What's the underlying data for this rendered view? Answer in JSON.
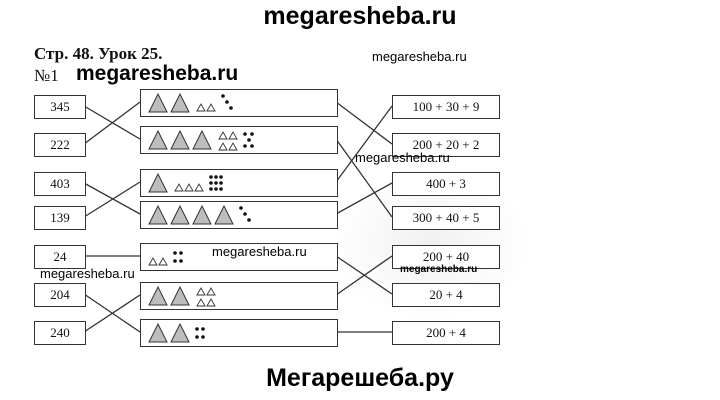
{
  "site": {
    "title": "megaresheba.ru",
    "footer": "Мегарешеба.ру"
  },
  "watermarks": {
    "top_right": "megaresheba.ru",
    "heading": "megaresheba.ru",
    "middle_right": "megaresheba.ru",
    "center": "megaresheba.ru",
    "left": "megaresheba.ru",
    "right_small": "megaresheba.ru"
  },
  "header": {
    "page_lesson": "Стр. 48. Урок 25.",
    "task": "№1"
  },
  "numbers": [
    "345",
    "222",
    "403",
    "139",
    "24",
    "204",
    "240"
  ],
  "sums": [
    "100 + 30 + 9",
    "200 + 20 + 2",
    "400 + 3",
    "300 + 40 + 5",
    "200 + 40",
    "20 + 4",
    "200 + 4"
  ],
  "pictures": [
    {
      "big": 2,
      "small_triangles": 2,
      "dots": 3
    },
    {
      "big": 3,
      "small_triangles": 4,
      "dots": 5
    },
    {
      "big": 1,
      "small_triangles": 3,
      "dots": 9
    },
    {
      "big": 4,
      "small_triangles": 0,
      "dots": 3
    },
    {
      "big": 0,
      "small_triangles": 2,
      "dots": 4
    },
    {
      "big": 2,
      "small_triangles": 4,
      "dots": 0
    },
    {
      "big": 2,
      "small_triangles": 0,
      "dots": 4
    }
  ],
  "colors": {
    "triangle_fill": "#bdbdbd",
    "stroke": "#333333"
  }
}
